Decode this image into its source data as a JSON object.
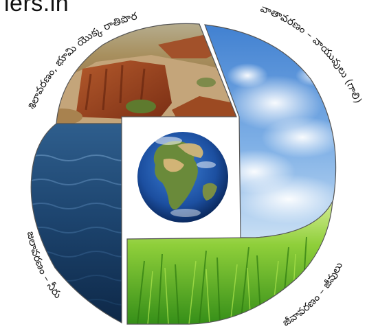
{
  "watermark": "lers.in",
  "labels": {
    "lithosphere": "శిలావరణం, భూమి యొక్క రాతిపొర",
    "atmosphere": "వాతావరణం – వాయువులు (గాలి)",
    "hydrosphere": "జలావరణం – నీరు",
    "biosphere": "జీవావరణం – జీవులు"
  },
  "quadrants": {
    "top_left": "rock-desert-image",
    "top_right": "sky-clouds-image",
    "bottom_left": "ocean-water-image",
    "bottom_right": "green-grass-image"
  },
  "center": "earth-globe-image"
}
